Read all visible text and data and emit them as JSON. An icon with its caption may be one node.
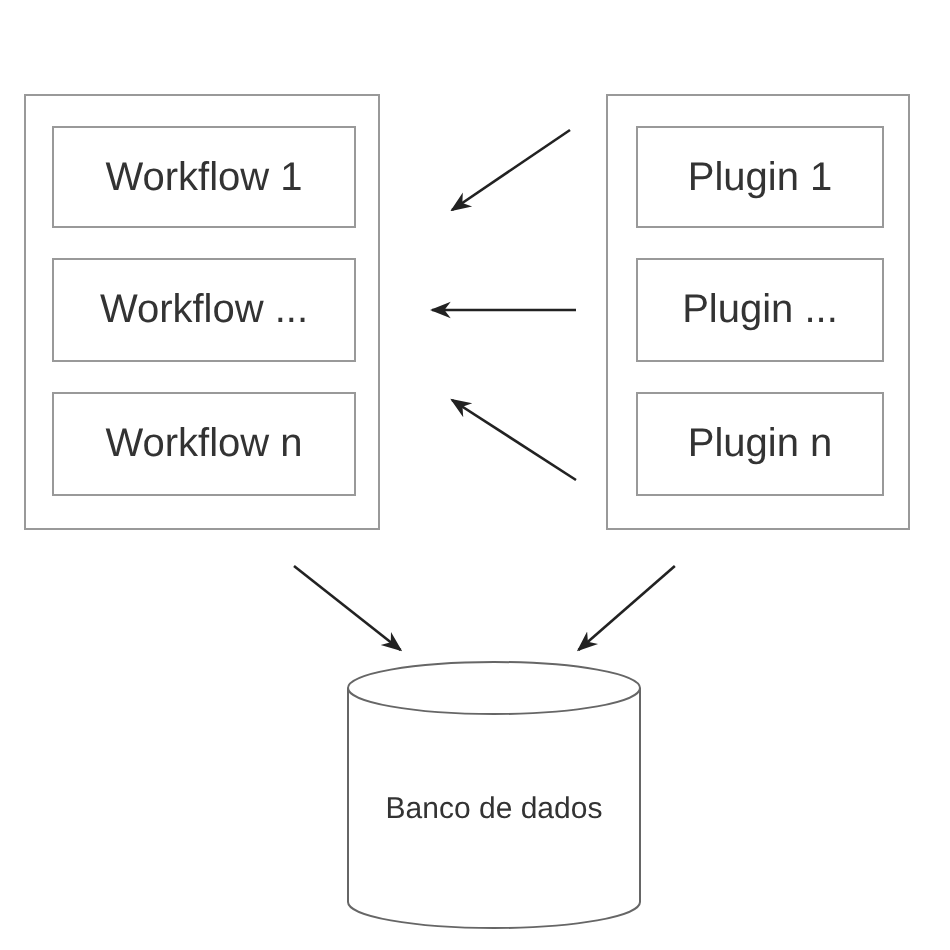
{
  "diagram": {
    "nodes": [
      {
        "text": [],
        "shape": "box"
      },
      {
        "text": [
          "Workflow 1"
        ],
        "in": 0
      },
      {
        "text": [
          "Workflow ..."
        ],
        "in": 0
      },
      {
        "text": [
          "Workflow n"
        ],
        "in": 0
      },
      {
        "text": [],
        "shape": "box"
      },
      {
        "text": [
          "Plugin 1"
        ],
        "in": 4
      },
      {
        "text": [
          "Plugin ..."
        ],
        "in": 4
      },
      {
        "text": [
          "Plugin n"
        ],
        "in": 4
      },
      {
        "text": [
          "Banco de dados"
        ]
      }
    ],
    "edges": [
      {
        "from": 4,
        "to": 0,
        "arrow": "to"
      },
      {
        "from": 4,
        "to": 0,
        "arrow": "to"
      },
      {
        "from": 4,
        "to": 0,
        "arrow": "to"
      },
      {
        "from": 0,
        "to": 8,
        "arrow": "to"
      },
      {
        "from": 4,
        "to": 8,
        "arrow": "to"
      }
    ]
  }
}
